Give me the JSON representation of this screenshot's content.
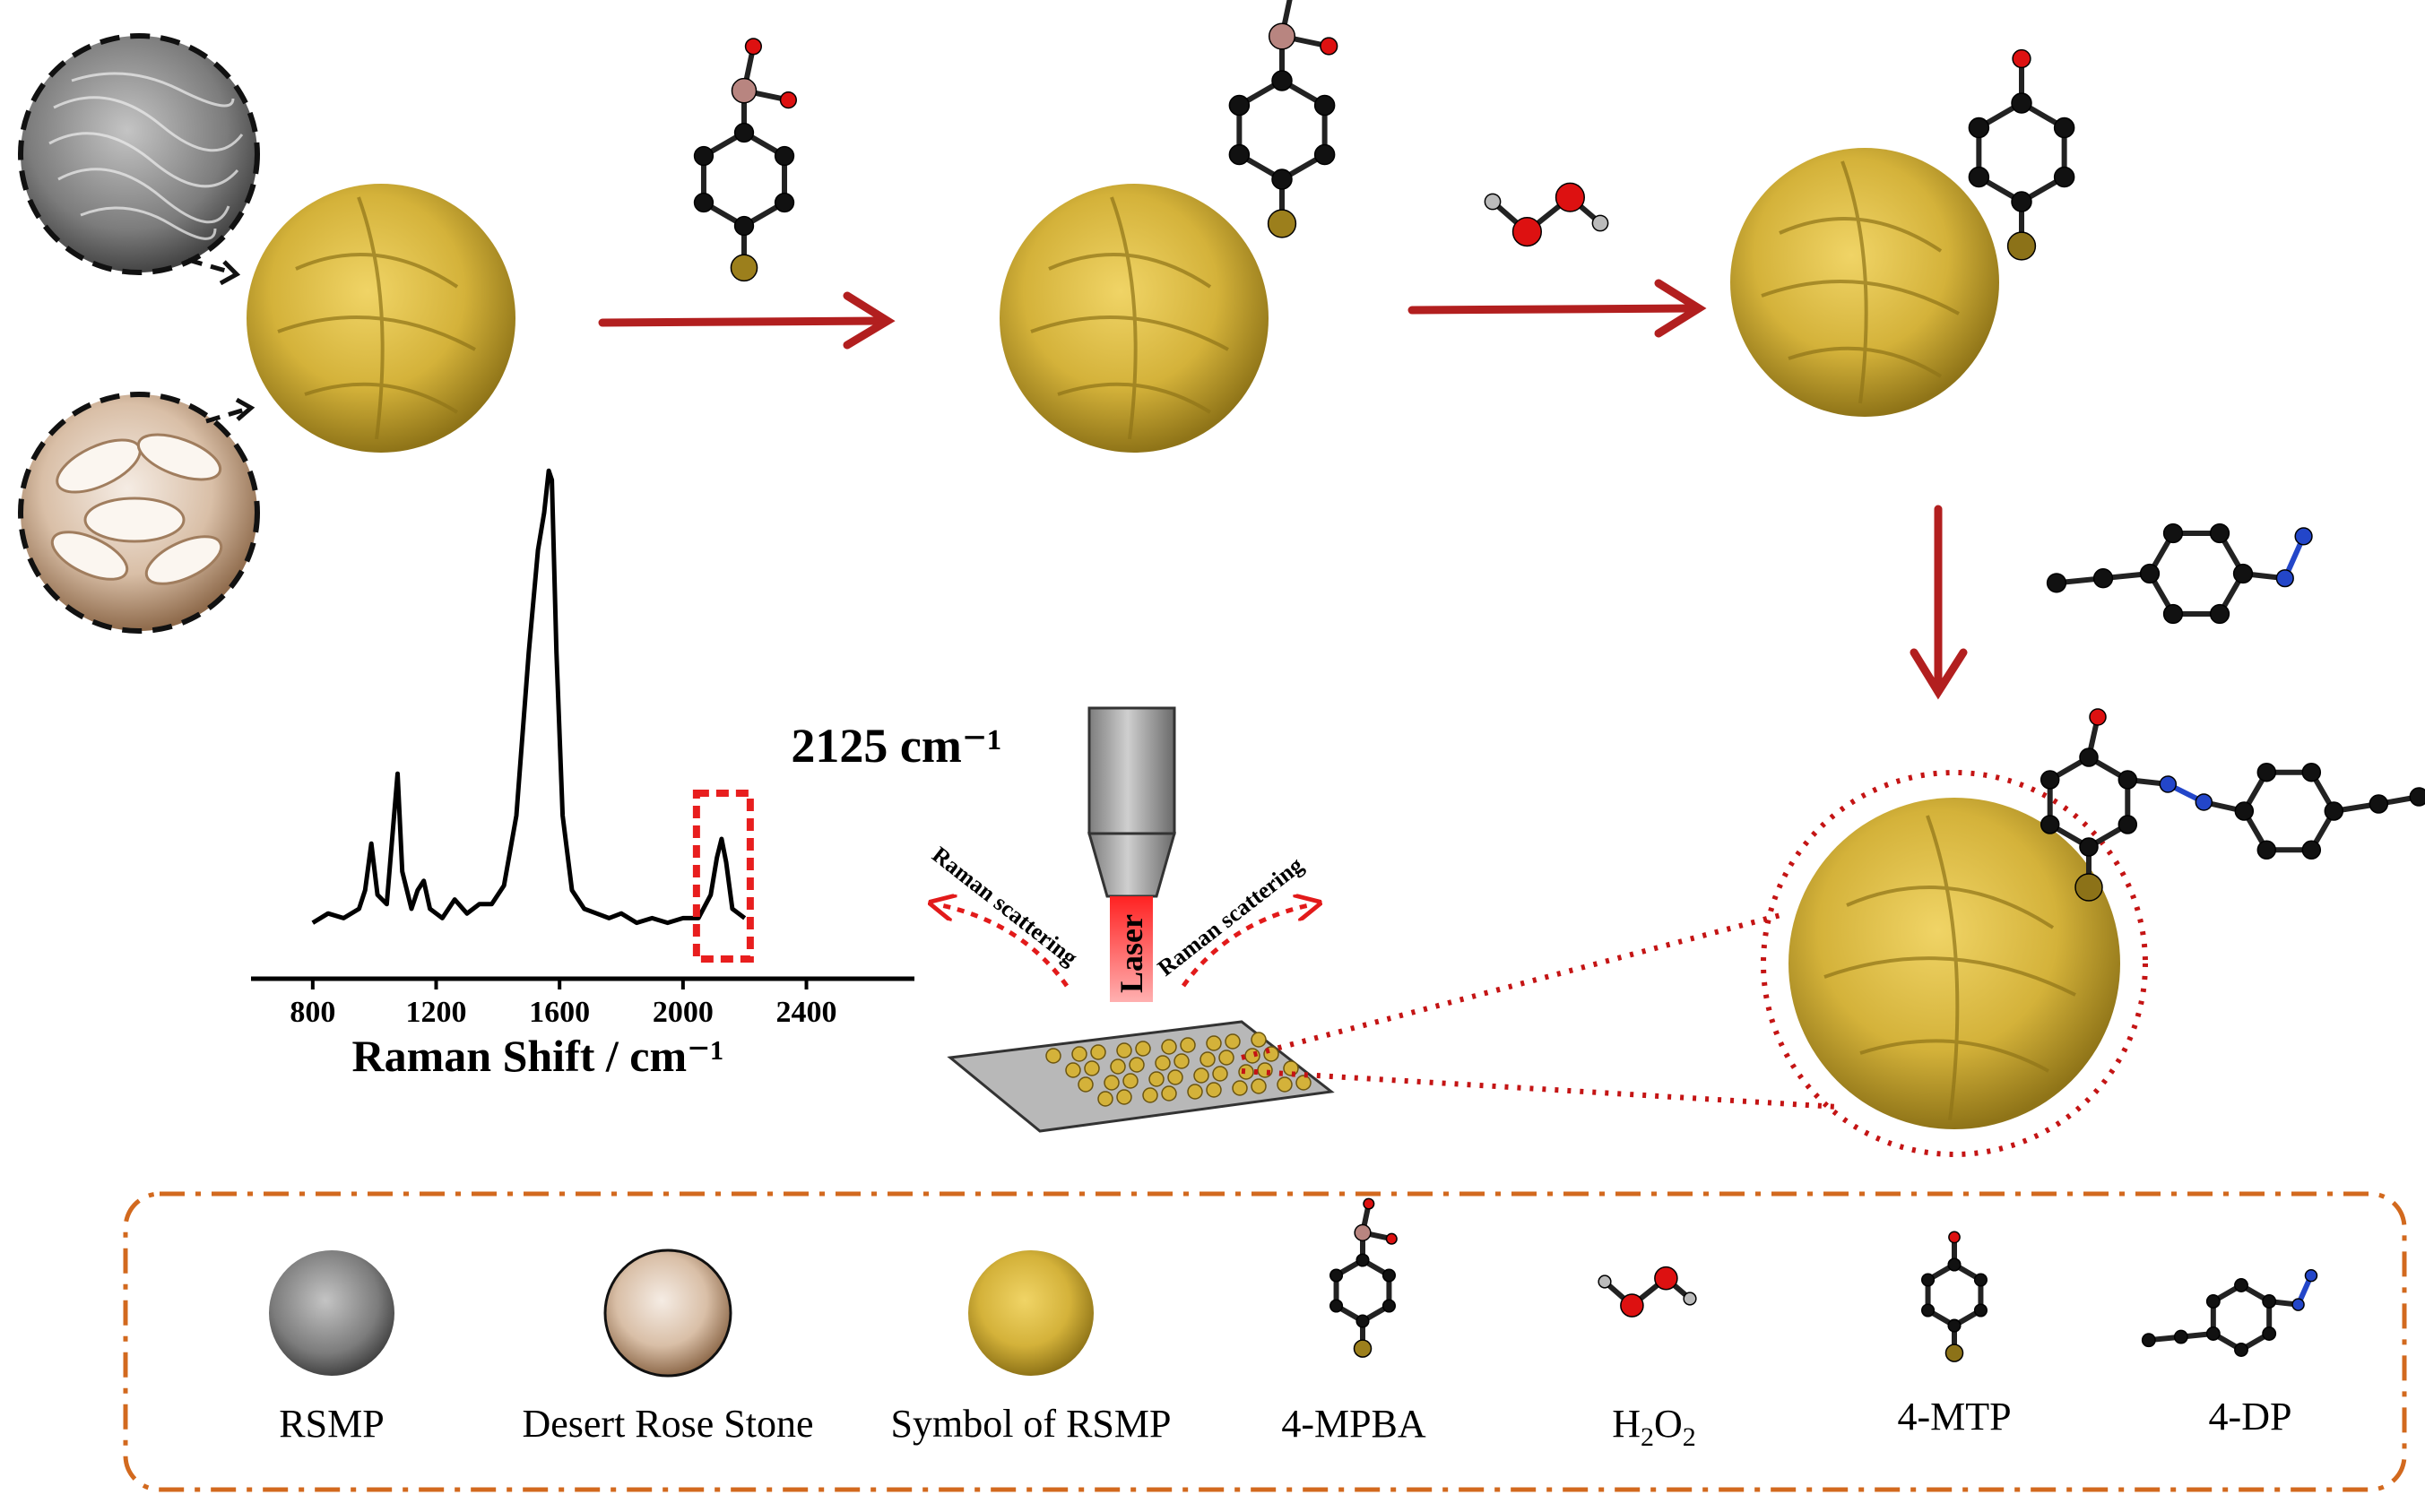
{
  "colors": {
    "arrow": "#b21f1f",
    "gold": "#d4b23a",
    "gold_dark": "#9c7f1c",
    "carbon": "#111111",
    "oxygen": "#dd1111",
    "boron": "#b88580",
    "nitrogen": "#2346c9",
    "hydrogen": "#bbbbbb",
    "sulfur": "#8c7218",
    "legend_border": "#d2691e",
    "focus_box": "#e81e1e"
  },
  "spectrum": {
    "annotation": "2125 cm⁻¹",
    "xlabel": "Raman Shift / cm⁻¹",
    "tick_labels": [
      "800",
      "1200",
      "1600",
      "2000",
      "2400"
    ]
  },
  "chart_data": {
    "type": "line",
    "xlabel": "Raman Shift / cm⁻¹",
    "xlim": [
      600,
      2750
    ],
    "xticks": [
      800,
      1200,
      1600,
      2000,
      2400
    ],
    "annotation": "2125 cm⁻¹",
    "series": [
      {
        "x": [
          800,
          850,
          900,
          950,
          970,
          990,
          1010,
          1040,
          1060,
          1075,
          1090,
          1120,
          1140,
          1160,
          1180,
          1220,
          1260,
          1300,
          1340,
          1380,
          1420,
          1460,
          1500,
          1530,
          1550,
          1565,
          1575,
          1590,
          1610,
          1640,
          1680,
          1720,
          1760,
          1800,
          1850,
          1900,
          1950,
          2000,
          2050,
          2090,
          2110,
          2125,
          2140,
          2160,
          2200
        ],
        "y": [
          0.02,
          0.04,
          0.03,
          0.05,
          0.09,
          0.19,
          0.08,
          0.06,
          0.22,
          0.34,
          0.13,
          0.05,
          0.09,
          0.11,
          0.05,
          0.03,
          0.07,
          0.04,
          0.06,
          0.06,
          0.1,
          0.25,
          0.6,
          0.82,
          0.9,
          0.99,
          0.97,
          0.6,
          0.25,
          0.09,
          0.05,
          0.04,
          0.03,
          0.04,
          0.02,
          0.03,
          0.02,
          0.03,
          0.03,
          0.08,
          0.16,
          0.2,
          0.15,
          0.05,
          0.03
        ]
      }
    ]
  },
  "device": {
    "laser_label": "Laser",
    "scatter_left": "Raman scattering",
    "scatter_right": "Raman scattering"
  },
  "legend": {
    "items": [
      {
        "label": "RSMP"
      },
      {
        "label": "Desert Rose Stone"
      },
      {
        "label": "Symbol of RSMP"
      },
      {
        "label": "4-MPBA"
      },
      {
        "label": "4-MTP"
      },
      {
        "label": "4-DP"
      }
    ],
    "h2o2_main": "H",
    "h2o2_sub1": "2",
    "h2o2_mid": "O",
    "h2o2_sub2": "2"
  }
}
